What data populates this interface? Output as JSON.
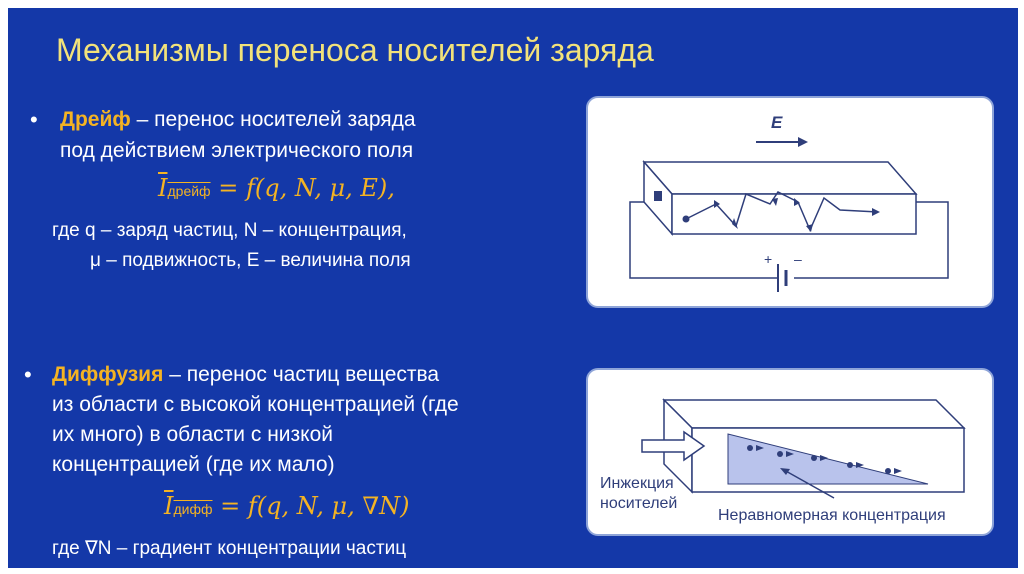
{
  "title": "Механизмы переноса носителей заряда",
  "drift": {
    "term": "Дрейф",
    "line1_rest": "– перенос носителей заряда",
    "line2": "под действием электрического поля",
    "formula_lhs": "I",
    "formula_sub": "дрейф",
    "formula_rhs": "= f(q, N, μ, E),",
    "note_line1": "где q – заряд частиц, N – концентрация,",
    "note_line2": "μ – подвижность, E – величина поля",
    "diagram": {
      "field_label": "E",
      "battery_plus": "+",
      "battery_minus": "–"
    }
  },
  "diffusion": {
    "term": "Диффузия",
    "line1_rest": "– перенос частиц вещества",
    "line2": "из области с высокой концентрацией (где",
    "line3": "их много) в области с низкой",
    "line4": "концентрацией (где их мало)",
    "formula_lhs": "I",
    "formula_sub": "дифф",
    "formula_rhs": "= f(q, N, μ, ∇N)",
    "note": "где ∇N – градиент концентрации частиц",
    "diagram": {
      "injection_label_line1": "Инжекция",
      "injection_label_line2": "носителей",
      "nonuniform_label": "Неравномерная концентрация"
    }
  },
  "colors": {
    "background": "#1438a8",
    "title": "#f2e27a",
    "accent": "#f4b323",
    "text": "#ffffff",
    "diagram_line": "#2f3e7a",
    "diagram_fill": "#b9c3ec"
  }
}
